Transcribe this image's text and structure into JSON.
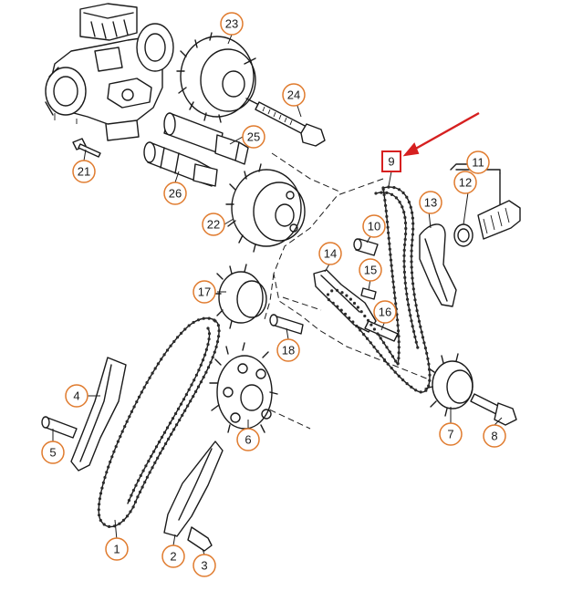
{
  "colors": {
    "callout_circle": "#e07b2e",
    "highlight_box": "#d62020",
    "pointer_arrow": "#d62020",
    "line_art": "#1a1a1a"
  },
  "highlighted_part": "9",
  "callouts": [
    {
      "id": "c1",
      "label": "1"
    },
    {
      "id": "c2",
      "label": "2"
    },
    {
      "id": "c3",
      "label": "3"
    },
    {
      "id": "c4",
      "label": "4"
    },
    {
      "id": "c5",
      "label": "5"
    },
    {
      "id": "c6",
      "label": "6"
    },
    {
      "id": "c7",
      "label": "7"
    },
    {
      "id": "c8",
      "label": "8"
    },
    {
      "id": "c9",
      "label": "9"
    },
    {
      "id": "c10",
      "label": "10"
    },
    {
      "id": "c11",
      "label": "11"
    },
    {
      "id": "c12",
      "label": "12"
    },
    {
      "id": "c13",
      "label": "13"
    },
    {
      "id": "c14",
      "label": "14"
    },
    {
      "id": "c15",
      "label": "15"
    },
    {
      "id": "c16",
      "label": "16"
    },
    {
      "id": "c17",
      "label": "17"
    },
    {
      "id": "c18",
      "label": "18"
    },
    {
      "id": "c21",
      "label": "21"
    },
    {
      "id": "c22",
      "label": "22"
    },
    {
      "id": "c23",
      "label": "23"
    },
    {
      "id": "c24",
      "label": "24"
    },
    {
      "id": "c25",
      "label": "25"
    },
    {
      "id": "c26",
      "label": "26"
    }
  ]
}
